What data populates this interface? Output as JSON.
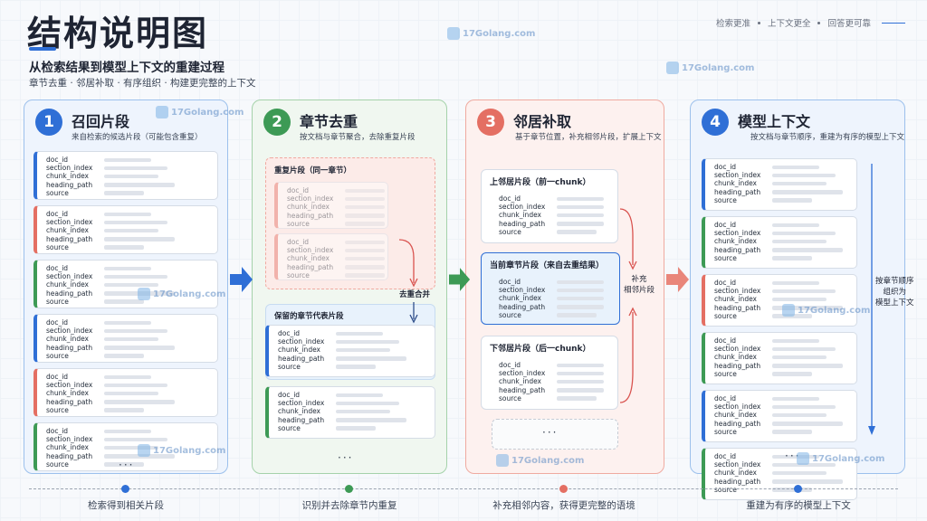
{
  "header": {
    "title": "结构说明图",
    "subtitle": "从检索结果到模型上下文的重建过程",
    "tagline": "章节去重 · 邻居补取 · 有序组织 · 构建更完整的上下文",
    "tags": [
      "检索更准",
      "上下文更全",
      "回答更可靠"
    ]
  },
  "fields": [
    "doc_id",
    "section_index",
    "chunk_index",
    "heading_path",
    "source"
  ],
  "ellipsis": "···",
  "watermark": "17Golang.com",
  "panels": [
    {
      "num": "1",
      "title": "召回片段",
      "desc": "来自检索的候选片段（可能包含重复）",
      "color": "#2f6fd6"
    },
    {
      "num": "2",
      "title": "章节去重",
      "desc": "按文档与章节聚合，去除重复片段",
      "color": "#3d9a55"
    },
    {
      "num": "3",
      "title": "邻居补取",
      "desc": "基于章节位置，补充相邻片段，扩展上下文",
      "color": "#e46f63"
    },
    {
      "num": "4",
      "title": "模型上下文",
      "desc": "按文档与章节顺序，重建为有序的模型上下文",
      "color": "#2f6fd6"
    }
  ],
  "panel2": {
    "dup_label": "重复片段（同一章节）",
    "merge_label": "去重合并",
    "kept_label": "保留的章节代表片段"
  },
  "panel3": {
    "prev_label": "上邻居片段（前一chunk）",
    "current_label": "当前章节片段（来自去重结果）",
    "next_label": "下邻居片段（后一chunk）",
    "supplement_label": "补充\n相邻片段"
  },
  "panel4": {
    "order_label": "按章节顺序\n组织为\n模型上下文"
  },
  "timeline": [
    "检索得到相关片段",
    "识别并去除章节内重复",
    "补充相邻内容，获得更完整的语境",
    "重建为有序的模型上下文"
  ],
  "colors": {
    "blue": "#2f6fd6",
    "green": "#3d9a55",
    "red": "#e46f63"
  }
}
